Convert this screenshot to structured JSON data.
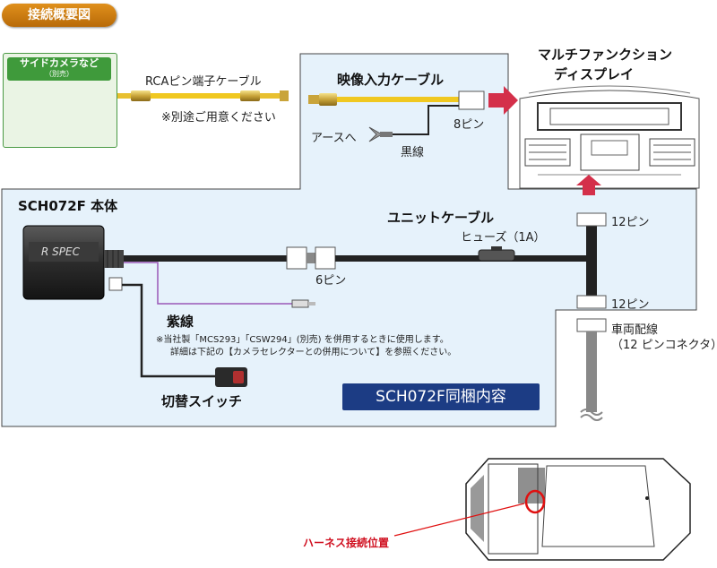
{
  "header": "接続概要図",
  "camera": {
    "title": "サイドカメラなど",
    "subtitle": "（別売）"
  },
  "rca_cable": {
    "label": "RCAピン端子ケーブル",
    "note": "※別途ご用意ください"
  },
  "video_cable": {
    "title": "映像入力ケーブル",
    "pin": "8ピン",
    "ground": "アースへ",
    "black_wire": "黒線"
  },
  "display": {
    "line1": "マルチファンクション",
    "line2": "ディスプレイ"
  },
  "unit": {
    "title": "SCH072F 本体",
    "logo": "R SPEC"
  },
  "unit_cable": {
    "title": "ユニットケーブル",
    "fuse": "ヒューズ（1A）",
    "pin6": "6ピン",
    "pin12a": "12ピン",
    "pin12b": "12ピン"
  },
  "vehicle": {
    "line1": "車両配線",
    "line2": "（12 ピンコネクタ）"
  },
  "purple": {
    "label": "紫線",
    "note1": "※当社製「MCS293」「CSW294」(別売) を併用するときに使用します。",
    "note2": "詳細は下記の【カメラセレクターとの併用について】を参照ください。"
  },
  "switch": {
    "label": "切替スイッチ"
  },
  "product_badge": "SCH072F同梱内容",
  "harness": "ハーネス接続位置"
}
